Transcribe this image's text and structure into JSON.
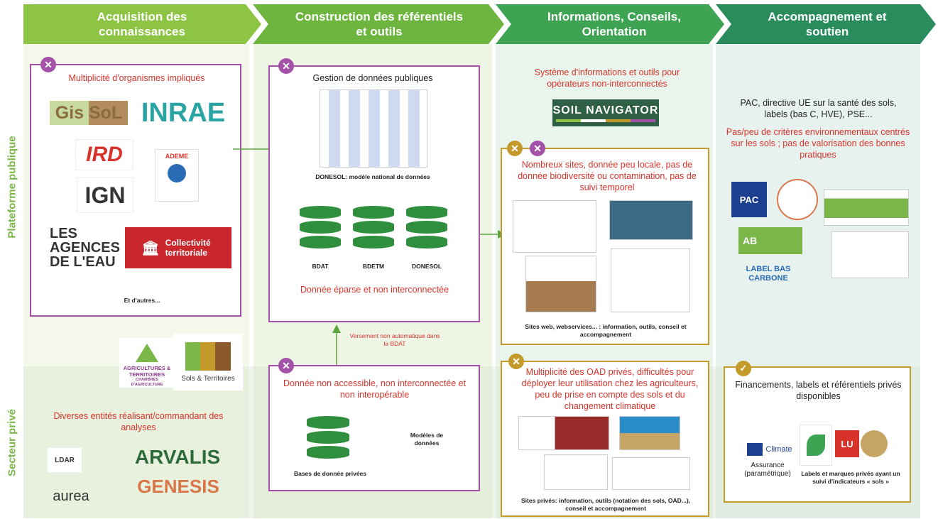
{
  "columns": [
    {
      "title": "Acquisition des connaissances",
      "color": "#8ec444"
    },
    {
      "title": "Construction des référentiels et outils",
      "color": "#6db53f"
    },
    {
      "title": "Informations, Conseils, Orientation",
      "color": "#3ea352"
    },
    {
      "title": "Accompagnement et soutien",
      "color": "#2a8c5c"
    }
  ],
  "rows": {
    "public": "Plateforme publique",
    "private": "Secteur privé"
  },
  "public": {
    "acquisition": {
      "title": "Multiplicité d'organismes impliqués",
      "logos": {
        "gissol": "Gis SoL",
        "inrae": "INRAE",
        "ird": "IRD",
        "ademe": "ADEME",
        "ign": "IGN",
        "agences": "LES AGENCES DE L'EAU",
        "collectivite": "Collectivité territoriale"
      },
      "footer": "Et d'autres..."
    },
    "construction": {
      "title": "Gestion de données publiques",
      "diagram_caption": "DONESOL: modèle national de données",
      "databases": [
        "BDAT",
        "BDETM",
        "DONESOL"
      ],
      "note": "Donnée éparse et non interconnectée"
    },
    "info_top": {
      "title": "Système d'informations et outils pour opérateurs non-interconnectés",
      "logo": "SOIL NAVIGATOR"
    },
    "info_box": {
      "title": "Nombreux sites, donnée peu locale, pas de donnée biodiversité ou contamination, pas de suivi temporel",
      "caption": "Sites web, webservices... : information, outils, conseil et accompagnement"
    },
    "support": {
      "text": "PAC, directive UE sur la santé des sols, labels (bas C, HVE), PSE...",
      "red": "Pas/peu de critères environnementaux centrés sur les sols ; pas de valorisation des bonnes pratiques",
      "logos": {
        "pac": "PAC",
        "ab": "AB",
        "bas_carbone": "LABEL BAS CARBONE"
      }
    }
  },
  "mid_logos": {
    "chambres": "AGRICULTURES & TERRITOIRES",
    "chambres_sub": "CHAMBRES D'AGRICULTURE",
    "sols": "Sols & Territoires"
  },
  "arrow_note": "Versement non automatique dans la BDAT",
  "private": {
    "acquisition": {
      "title": "Diverses entités réalisant/commandant des analyses",
      "logos": {
        "ldar": "LDAR",
        "arvalis": "ARVALIS",
        "genesis": "GENESIS",
        "aurea": "aurea"
      }
    },
    "construction": {
      "title": "Donnée non accessible, non interconnectée et non interopérable",
      "db_label": "Bases de donnée privées",
      "models": "Modèles de données"
    },
    "info": {
      "title": "Multiplicité des OAD privés, difficultés pour déployer leur utilisation chez les agriculteurs, peu de prise en compte des sols et du changement climatique",
      "caption": "Sites privés: information, outils (notation des sols, OAD...), conseil et accompagnement"
    },
    "support": {
      "title": "Financements, labels et référentiels privés disponibles",
      "axa": "Climate",
      "axa_caption": "Assurance (paramétrique)",
      "labels_caption": "Labels et marques privés ayant un suivi d'indicateurs « sols »"
    }
  },
  "colors": {
    "purple": "#a352a8",
    "gold": "#c49a2b",
    "red_text": "#d8332a",
    "side_label": "#7ab648"
  }
}
